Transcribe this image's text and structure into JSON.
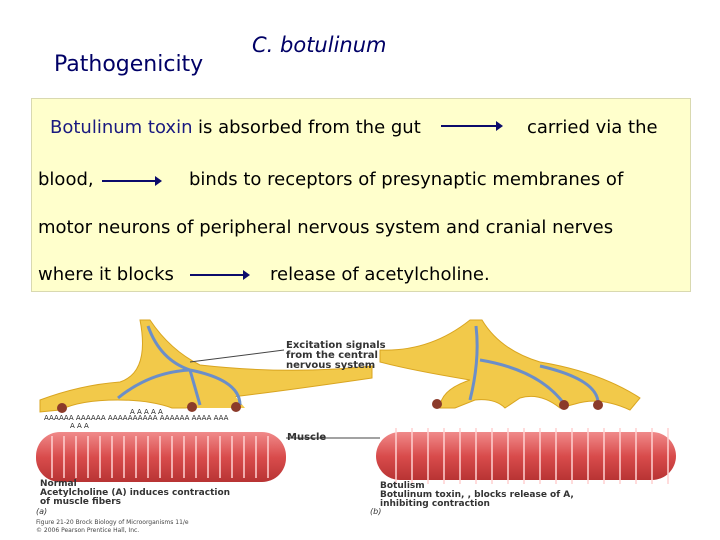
{
  "headings": {
    "left": "Pathogenicity",
    "right": "C. botulinum"
  },
  "text_box": {
    "line1_part1_blue": "Botulinum toxin",
    "line1_part2": " is absorbed from the gut",
    "line1_part3": "carried via the",
    "line2_part1": "blood,",
    "line2_part2": "binds to receptors of presynaptic membranes of",
    "line3": "motor neurons of peripheral nervous system and cranial nerves",
    "line4_part1": "where it blocks",
    "line4_part2": "release of acetylcholine."
  },
  "figure": {
    "excitation_label": [
      "Excitation signals",
      "from the central",
      "nervous system"
    ],
    "muscle_label": "Muscle",
    "normal_title": "Normal",
    "normal_caption": [
      "Acetylcholine (A) induces contraction",
      "of muscle fibers"
    ],
    "botulism_title": "Botulism",
    "botulism_caption": [
      "Botulinum toxin,       , blocks release of A,",
      "inhibiting contraction"
    ],
    "panel_a": "(a)",
    "panel_b": "(b)",
    "credit": [
      "Figure 21-20  Brock Biology of Microorganisms 11/e",
      "© 2006 Pearson Prentice Hall, Inc."
    ],
    "colors": {
      "neuron": "#f2c94a",
      "neuron_dark": "#d9a520",
      "axon_blue": "#6b8ec9",
      "muscle": "#d94c4c",
      "muscle_light": "#f08a8a"
    }
  }
}
